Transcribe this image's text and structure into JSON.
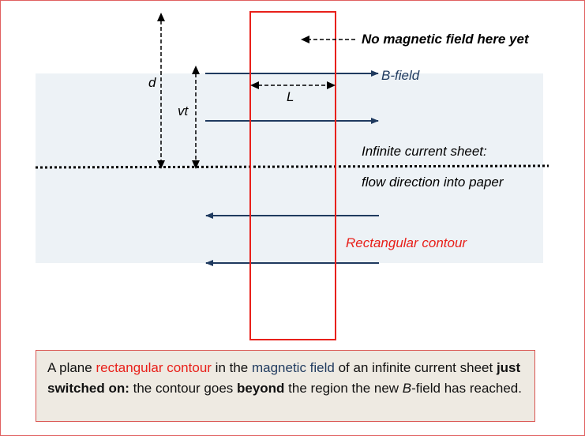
{
  "labels": {
    "no_field": "No magnetic field here yet",
    "b_field": "B-field",
    "d": "d",
    "vt": "vt",
    "L": "L",
    "sheet_line1": "Infinite current sheet:",
    "sheet_line2": "flow direction  into paper",
    "contour": "Rectangular contour"
  },
  "caption": {
    "part1": "A plane ",
    "part2": "rectangular contour",
    "part3": " in the ",
    "part4": "magnetic field",
    "part5": " of an infinite current sheet ",
    "part6": "just switched on:",
    "part7": " the contour goes ",
    "part8": "beyond",
    "part9": " the region the new ",
    "part10": "B",
    "part11": "-field has reached."
  },
  "colors": {
    "field_region": "#edf2f6",
    "field_arrow": "#1f3a5f",
    "contour": "#e8201a",
    "frame": "#e06060",
    "caption_bg": "#eeeae2"
  }
}
